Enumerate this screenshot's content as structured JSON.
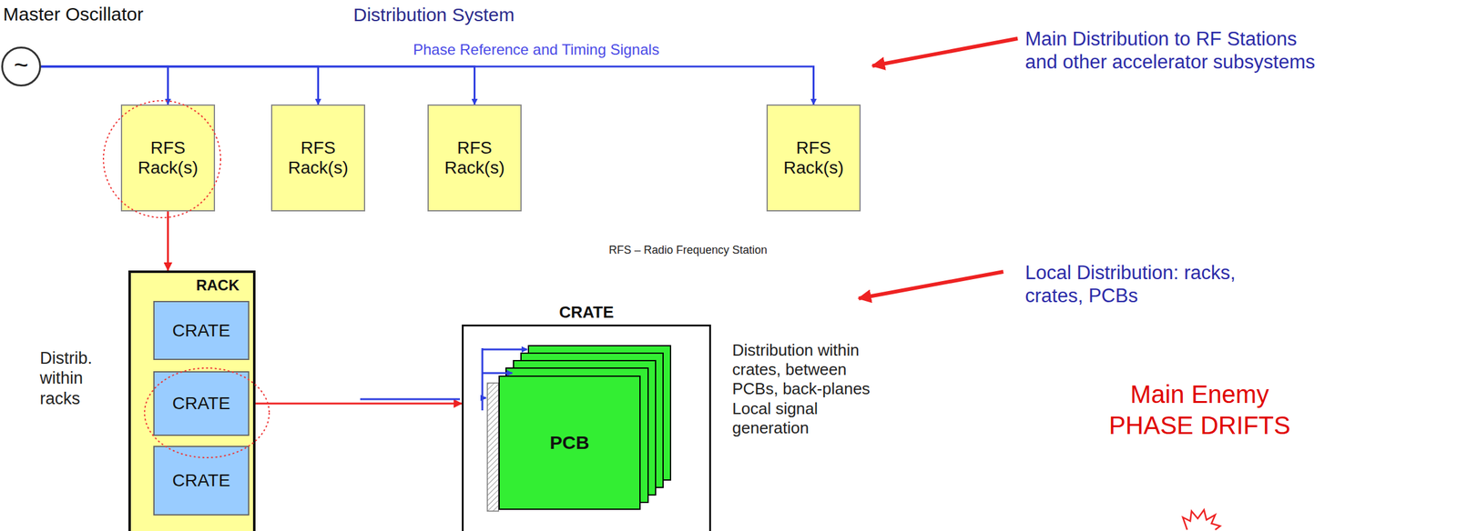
{
  "diagram": {
    "nodes": [
      {
        "text": [
          "Master Oscillator",
          "~"
        ]
      },
      {
        "text": [
          "RFS Rack(s)"
        ]
      },
      {
        "text": [
          "RFS Rack(s)"
        ]
      },
      {
        "text": [
          "RFS Rack(s)"
        ]
      },
      {
        "text": [
          "RFS Rack(s)"
        ]
      },
      {
        "text": [
          "RACK"
        ]
      },
      {
        "text": [
          "CRATE"
        ],
        "in": 5
      },
      {
        "text": [
          "CRATE"
        ],
        "in": 5
      },
      {
        "text": [
          "CRATE"
        ],
        "in": 5
      },
      {
        "text": [
          "CRATE"
        ]
      },
      {
        "text": [
          "PCB"
        ],
        "in": 9
      }
    ],
    "edges": [
      {
        "from": 0,
        "to": 1,
        "arrow": "to"
      },
      {
        "from": 0,
        "to": 2,
        "arrow": "to"
      },
      {
        "from": 0,
        "to": 3,
        "arrow": "to"
      },
      {
        "from": 0,
        "to": 4,
        "arrow": "to"
      },
      {
        "from": 1,
        "to": 5,
        "arrow": "to"
      },
      {
        "from": 7,
        "to": 9,
        "arrow": "to"
      }
    ],
    "labels": [
      "Distribution System",
      "Phase Reference and Timing Signals",
      "RFS – Radio Frequency Station",
      "Distrib. within racks",
      "Distribution within crates, between PCBs, back-planes Local signal generation",
      "Main Distribution to RF Stations and other accelerator subsystems",
      "Local Distribution: racks, crates, PCBs",
      "Main Enemy",
      "PHASE DRIFTS"
    ]
  }
}
